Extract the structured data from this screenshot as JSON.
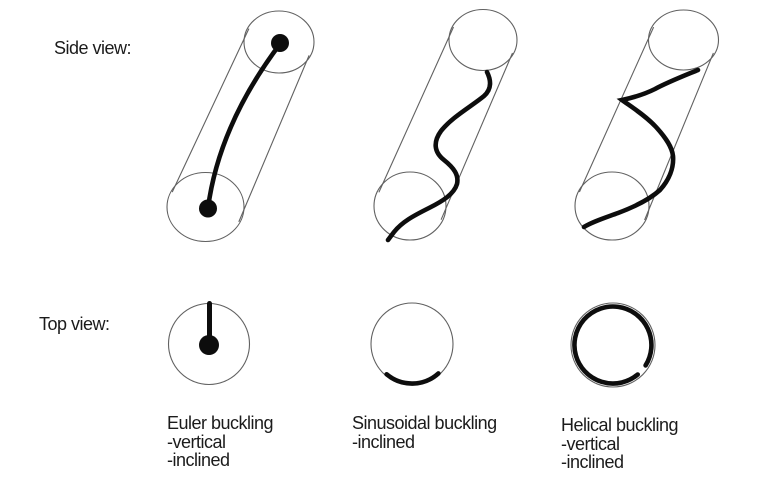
{
  "figure": {
    "row_labels": {
      "side": "Side view:",
      "top": "Top view:"
    },
    "captions": [
      {
        "title": "Euler buckling",
        "lines": [
          "-vertical",
          "-inclined"
        ]
      },
      {
        "title": "Sinusoidal buckling",
        "lines": [
          "-inclined"
        ]
      },
      {
        "title": "Helical buckling",
        "lines": [
          "-vertical",
          "-inclined"
        ]
      }
    ],
    "colors": {
      "ink": "#0d0d0d",
      "outline": "#616161",
      "background": "#ffffff"
    }
  }
}
